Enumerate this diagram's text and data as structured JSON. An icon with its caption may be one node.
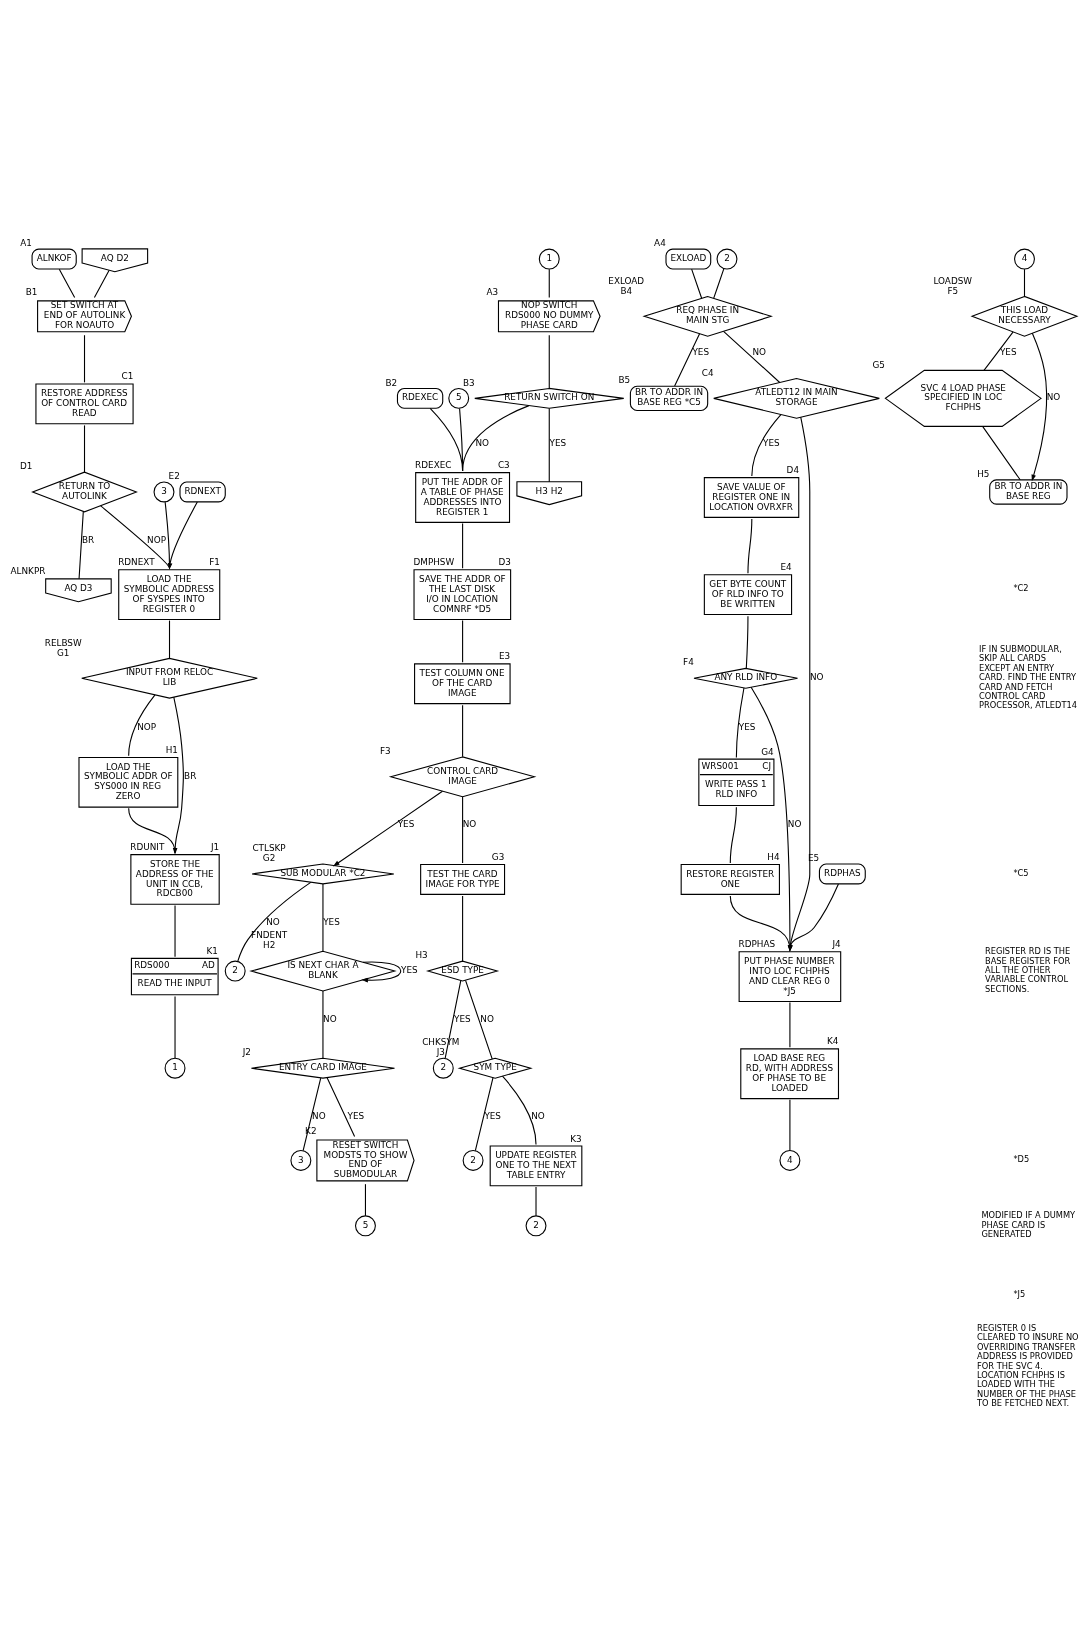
{
  "diagram": {
    "nodes": [
      {
        "text": [
          "ALNKOF"
        ],
        "beside": [
          "A1"
        ]
      },
      {
        "text": [
          "AQ D2"
        ]
      },
      {
        "text": [
          "SET SWITCH AT END OF AUTOLINK FOR NOAUTO"
        ],
        "beside": [
          "B1"
        ]
      },
      {
        "text": [
          "RESTORE ADDRESS OF CONTROL CARD READ"
        ],
        "beside": [
          "C1"
        ]
      },
      {
        "text": [
          "RETURN TO AUTOLINK"
        ],
        "beside": [
          "D1"
        ]
      },
      {
        "text": [
          "AQ D3"
        ],
        "beside": [
          "ALNKPR"
        ]
      },
      {
        "text": [
          "3"
        ]
      },
      {
        "text": [
          "LOAD THE SYMBOLIC ADDRESS OF SYSPES INTO REGISTER 0"
        ],
        "beside": [
          "RDNEXT",
          "F1"
        ]
      },
      {
        "text": [
          "RDNEXT"
        ],
        "beside": [
          "E2"
        ]
      },
      {
        "text": [
          "INPUT FROM RELOC LIB"
        ],
        "beside": [
          "RELBSW",
          "G1"
        ]
      },
      {
        "text": [
          "LOAD THE SYMBOLIC ADDR OF SYS000 IN REG ZERO"
        ],
        "beside": [
          "H1"
        ]
      },
      {
        "text": [
          "STORE THE ADDRESS OF THE UNIT IN CCB, RDCB00"
        ],
        "beside": [
          "RDUNIT",
          "J1"
        ]
      },
      {
        "text": [
          "RDS000",
          "AD",
          "READ THE INPUT"
        ],
        "beside": [
          "K1"
        ]
      },
      {
        "text": [
          "1"
        ]
      },
      {
        "text": [
          "RDEXEC"
        ],
        "beside": [
          "B2"
        ]
      },
      {
        "text": [
          "5"
        ]
      },
      {
        "text": [
          "SUB MODULAR *C2"
        ],
        "beside": [
          "CTLSKP",
          "G2"
        ]
      },
      {
        "text": [
          "2"
        ]
      },
      {
        "text": [
          "IS NEXT CHAR A BLANK"
        ],
        "beside": [
          "FNDENT",
          "H2"
        ]
      },
      {
        "text": [
          "ENTRY CARD IMAGE"
        ],
        "beside": [
          "J2"
        ]
      },
      {
        "text": [
          "3"
        ]
      },
      {
        "text": [
          "RESET SWITCH MODSTS TO SHOW END OF SUBMODULAR"
        ],
        "beside": [
          "K2"
        ]
      },
      {
        "text": [
          "5"
        ]
      },
      {
        "text": [
          "1"
        ]
      },
      {
        "text": [
          "NOP SWITCH RDS000 NO DUMMY PHASE CARD"
        ],
        "beside": [
          "A3"
        ]
      },
      {
        "text": [
          "RETURN SWITCH ON"
        ],
        "beside": [
          "B3"
        ]
      },
      {
        "text": [
          "H3 H2"
        ]
      },
      {
        "text": [
          "PUT THE ADDR OF A TABLE OF PHASE ADDRESSES INTO REGISTER 1"
        ],
        "beside": [
          "RDEXEC",
          "C3"
        ]
      },
      {
        "text": [
          "SAVE THE ADDR OF THE LAST DISK I/O IN LOCATION COMNRF *D5"
        ],
        "beside": [
          "DMPHSW",
          "D3"
        ]
      },
      {
        "text": [
          "TEST COLUMN ONE OF THE CARD IMAGE"
        ],
        "beside": [
          "E3"
        ]
      },
      {
        "text": [
          "CONTROL CARD IMAGE"
        ],
        "beside": [
          "F3"
        ]
      },
      {
        "text": [
          "TEST THE CARD IMAGE FOR TYPE"
        ],
        "beside": [
          "G3"
        ]
      },
      {
        "text": [
          "ESD TYPE"
        ],
        "beside": [
          "H3"
        ]
      },
      {
        "text": [
          "2"
        ]
      },
      {
        "text": [
          "SYM TYPE"
        ],
        "beside": [
          "CHKSYM",
          "J3"
        ]
      },
      {
        "text": [
          "2"
        ]
      },
      {
        "text": [
          "UPDATE REGISTER ONE TO THE NEXT TABLE ENTRY"
        ],
        "beside": [
          "K3"
        ]
      },
      {
        "text": [
          "2"
        ]
      },
      {
        "text": [
          "EXLOAD"
        ],
        "beside": [
          "A4"
        ]
      },
      {
        "text": [
          "2"
        ]
      },
      {
        "text": [
          "REQ PHASE IN MAIN STG"
        ],
        "beside": [
          "EXLOAD",
          "B4"
        ]
      },
      {
        "text": [
          "BR TO ADDR IN BASE REG *C5"
        ],
        "beside": [
          "B5"
        ]
      },
      {
        "text": [
          "ATLEDT12 IN MAIN STORAGE"
        ],
        "beside": [
          "C4"
        ]
      },
      {
        "text": [
          "SAVE VALUE OF REGISTER ONE IN LOCATION OVRXFR"
        ],
        "beside": [
          "D4"
        ]
      },
      {
        "text": [
          "GET BYTE COUNT OF RLD INFO TO BE WRITTEN"
        ],
        "beside": [
          "E4"
        ]
      },
      {
        "text": [
          "ANY RLD INFO"
        ],
        "beside": [
          "F4"
        ]
      },
      {
        "text": [
          "WRS001",
          "CJ",
          "WRITE PASS 1 RLD INFO"
        ],
        "beside": [
          "G4"
        ]
      },
      {
        "text": [
          "RESTORE REGISTER ONE"
        ],
        "beside": [
          "H4"
        ]
      },
      {
        "text": [
          "PUT PHASE NUMBER INTO LOC FCHPHS AND CLEAR REG 0 *J5"
        ],
        "beside": [
          "RDPHAS",
          "J4"
        ]
      },
      {
        "text": [
          "LOAD BASE REG RD, WITH ADDRESS OF PHASE TO BE LOADED"
        ],
        "beside": [
          "K4"
        ]
      },
      {
        "text": [
          "4"
        ]
      },
      {
        "text": [
          "RDPHAS"
        ],
        "beside": [
          "E5"
        ]
      },
      {
        "text": [
          "4"
        ]
      },
      {
        "text": [
          "THIS LOAD NECESSARY"
        ],
        "beside": [
          "LOADSW",
          "F5"
        ]
      },
      {
        "text": [
          "SVC 4 LOAD PHASE SPECIFIED IN LOC FCHPHS"
        ],
        "beside": [
          "G5"
        ]
      },
      {
        "text": [
          "BR TO ADDR IN BASE REG"
        ],
        "beside": [
          "H5"
        ]
      }
    ],
    "edges": [
      {
        "from": 0,
        "to": 2,
        "arrow": "none"
      },
      {
        "from": 1,
        "to": 2,
        "arrow": "none"
      },
      {
        "from": 2,
        "to": 3,
        "arrow": "none"
      },
      {
        "from": 3,
        "to": 4,
        "arrow": "none"
      },
      {
        "from": 4,
        "to": 5,
        "arrow": "none",
        "label": "BR"
      },
      {
        "from": 4,
        "to": 7,
        "arrow": "none",
        "label": "NOP"
      },
      {
        "from": 6,
        "to": 7,
        "arrow": "none"
      },
      {
        "from": 8,
        "to": 7,
        "arrow": "to"
      },
      {
        "from": 7,
        "to": 9,
        "arrow": "none"
      },
      {
        "from": 9,
        "to": 10,
        "arrow": "none",
        "label": "NOP"
      },
      {
        "from": 9,
        "to": 11,
        "arrow": "to",
        "label": "BR"
      },
      {
        "from": 10,
        "to": 11,
        "arrow": "none"
      },
      {
        "from": 11,
        "to": 12,
        "arrow": "none"
      },
      {
        "from": 12,
        "to": 13,
        "arrow": "none"
      },
      {
        "from": 14,
        "to": 27,
        "arrow": "none"
      },
      {
        "from": 15,
        "to": 27,
        "arrow": "none"
      },
      {
        "from": 16,
        "to": 17,
        "arrow": "none",
        "label": "NO"
      },
      {
        "from": 16,
        "to": 18,
        "arrow": "none",
        "label": "YES"
      },
      {
        "from": 18,
        "to": 18,
        "arrow": "to",
        "label": "YES"
      },
      {
        "from": 18,
        "to": 19,
        "arrow": "none",
        "label": "NO"
      },
      {
        "from": 19,
        "to": 20,
        "arrow": "none",
        "label": "NO"
      },
      {
        "from": 19,
        "to": 21,
        "arrow": "none",
        "label": "YES"
      },
      {
        "from": 21,
        "to": 22,
        "arrow": "none"
      },
      {
        "from": 23,
        "to": 24,
        "arrow": "none"
      },
      {
        "from": 24,
        "to": 25,
        "arrow": "none"
      },
      {
        "from": 25,
        "to": 26,
        "arrow": "none",
        "label": "YES"
      },
      {
        "from": 25,
        "to": 27,
        "arrow": "none",
        "label": "NO"
      },
      {
        "from": 27,
        "to": 28,
        "arrow": "none"
      },
      {
        "from": 28,
        "to": 29,
        "arrow": "none"
      },
      {
        "from": 29,
        "to": 30,
        "arrow": "none"
      },
      {
        "from": 30,
        "to": 16,
        "arrow": "to",
        "label": "YES"
      },
      {
        "from": 30,
        "to": 31,
        "arrow": "none",
        "label": "NO"
      },
      {
        "from": 31,
        "to": 32,
        "arrow": "none"
      },
      {
        "from": 32,
        "to": 33,
        "arrow": "none",
        "label": "YES"
      },
      {
        "from": 32,
        "to": 34,
        "arrow": "none",
        "label": "NO"
      },
      {
        "from": 34,
        "to": 35,
        "arrow": "none",
        "label": "YES"
      },
      {
        "from": 34,
        "to": 36,
        "arrow": "none",
        "label": "NO"
      },
      {
        "from": 36,
        "to": 37,
        "arrow": "none"
      },
      {
        "from": 38,
        "to": 40,
        "arrow": "none"
      },
      {
        "from": 39,
        "to": 40,
        "arrow": "none"
      },
      {
        "from": 40,
        "to": 41,
        "arrow": "none",
        "label": "YES"
      },
      {
        "from": 40,
        "to": 42,
        "arrow": "none",
        "label": "NO"
      },
      {
        "from": 42,
        "to": 48,
        "arrow": "to",
        "label": "NO"
      },
      {
        "from": 42,
        "to": 43,
        "arrow": "none",
        "label": "YES"
      },
      {
        "from": 43,
        "to": 44,
        "arrow": "none"
      },
      {
        "from": 44,
        "to": 45,
        "arrow": "none"
      },
      {
        "from": 45,
        "to": 48,
        "arrow": "to",
        "label": "NO"
      },
      {
        "from": 45,
        "to": 46,
        "arrow": "none",
        "label": "YES"
      },
      {
        "from": 46,
        "to": 47,
        "arrow": "none"
      },
      {
        "from": 47,
        "to": 48,
        "arrow": "none"
      },
      {
        "from": 48,
        "to": 49,
        "arrow": "none"
      },
      {
        "from": 49,
        "to": 50,
        "arrow": "none"
      },
      {
        "from": 51,
        "to": 48,
        "arrow": "to"
      },
      {
        "from": 52,
        "to": 53,
        "arrow": "none"
      },
      {
        "from": 53,
        "to": 54,
        "arrow": "none",
        "label": "YES"
      },
      {
        "from": 53,
        "to": 55,
        "arrow": "to",
        "label": "NO"
      },
      {
        "from": 54,
        "to": 55,
        "arrow": "none"
      }
    ],
    "labels": [
      "*C2",
      "IF IN SUBMODULAR, SKIP ALL CARDS EXCEPT AN ENTRY CARD. FIND THE ENTRY CARD AND FETCH CONTROL CARD PROCESSOR, ATLEDT14",
      "*C5",
      "REGISTER RD IS THE BASE REGISTER FOR ALL THE OTHER VARIABLE CONTROL SECTIONS.",
      "*D5",
      "MODIFIED IF A DUMMY PHASE CARD IS GENERATED",
      "*J5",
      "REGISTER 0 IS CLEARED TO INSURE NO OVERRIDING TRANSFER ADDRESS IS PROVIDED FOR THE SVC 4. LOCATION FCHPHS IS LOADED WITH THE NUMBER OF THE PHASE TO BE FETCHED NEXT."
    ]
  }
}
